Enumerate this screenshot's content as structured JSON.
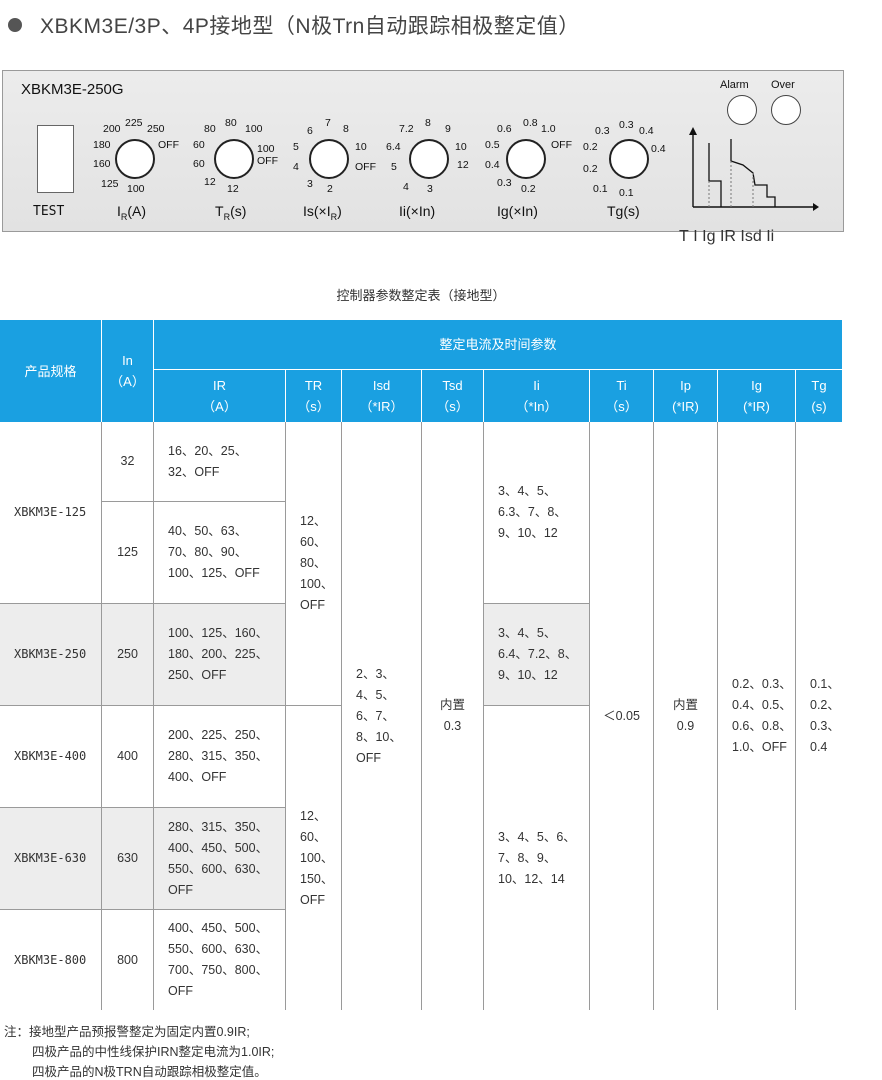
{
  "heading": "XBKM3E/3P、4P接地型（N极Trn自动跟踪相极整定值）",
  "panel": {
    "model": "XBKM3E-250G",
    "test": "TEST",
    "alarm": "Alarm",
    "over": "Over",
    "knobs": [
      {
        "label": "IR(A)",
        "ticks": [
          "200",
          "225",
          "250",
          "180",
          "OFF",
          "160",
          "125",
          "100"
        ]
      },
      {
        "label": "TR(s)",
        "ticks": [
          "80",
          "80",
          "100",
          "60",
          "100",
          "60",
          "OFF",
          "12",
          "12"
        ]
      },
      {
        "label": "Is(×IR)",
        "ticks": [
          "6",
          "7",
          "8",
          "5",
          "10",
          "4",
          "OFF",
          "3",
          "2"
        ]
      },
      {
        "label": "Ii(×In)",
        "ticks": [
          "7.2",
          "8",
          "9",
          "6.4",
          "10",
          "5",
          "12",
          "4",
          "3"
        ]
      },
      {
        "label": "Ig(×In)",
        "ticks": [
          "0.6",
          "0.8",
          "1.0",
          "0.5",
          "OFF",
          "0.4",
          "0.3",
          "0.2"
        ]
      },
      {
        "label": "Tg(s)",
        "ticks": [
          "0.3",
          "0.3",
          "0.4",
          "0.2",
          "0.4",
          "0.2",
          "0.1",
          "0.1"
        ]
      }
    ],
    "curve": {
      "t": "T",
      "i": "I",
      "labels": [
        "Ig",
        "IR",
        "Isd",
        "Ii"
      ]
    }
  },
  "caption": "控制器参数整定表（接地型）",
  "table": {
    "h_spec": "产品规格",
    "h_in": "In\n（A）",
    "h_group": "整定电流及时间参数",
    "cols": [
      "IR\n（A）",
      "TR\n（s）",
      "Isd\n（*IR）",
      "Tsd\n（s）",
      "Ii\n（*In）",
      "Ti\n（s）",
      "Ip\n(*IR)",
      "Ig\n(*IR)",
      "Tg\n(s)"
    ],
    "rows": [
      {
        "spec": "XBKM3E-125",
        "in": "32",
        "ir": "16、20、25、\n32、OFF"
      },
      {
        "in": "125",
        "ir": "40、50、63、\n70、80、90、\n100、125、OFF"
      },
      {
        "spec": "XBKM3E-250",
        "in": "250",
        "ir": "100、125、160、\n180、200、225、\n250、OFF"
      },
      {
        "spec": "XBKM3E-400",
        "in": "400",
        "ir": "200、225、250、\n280、315、350、\n400、OFF"
      },
      {
        "spec": "XBKM3E-630",
        "in": "630",
        "ir": "280、315、350、\n400、450、500、\n550、600、630、\nOFF"
      },
      {
        "spec": "XBKM3E-800",
        "in": "800",
        "ir": "400、450、500、\n550、600、630、\n700、750、800、\nOFF"
      }
    ],
    "tr_a": "12、\n60、\n80、\n100、\nOFF",
    "tr_b": "12、\n60、\n100、\n150、\nOFF",
    "isd": "2、3、\n4、5、\n6、7、\n8、10、\nOFF",
    "tsd": "内置\n0.3",
    "ii_a": "3、4、5、\n6.3、7、8、\n9、10、12",
    "ii_b": "3、4、5、\n6.4、7.2、8、\n9、10、12",
    "ii_c": "3、4、5、6、\n7、8、9、\n10、12、14",
    "ti": "＜0.05",
    "ip": "内置\n0.9",
    "ig": "0.2、0.3、\n0.4、0.5、\n0.6、0.8、\n1.0、OFF",
    "tg": "0.1、\n0.2、\n0.3、\n0.4"
  },
  "note": {
    "l1": "注：接地型产品预报警整定为固定内置0.9IR;",
    "l2": "四极产品的中性线保护IRN整定电流为1.0IR;",
    "l3": "四极产品的N极TRN自动跟踪相极整定值。"
  }
}
